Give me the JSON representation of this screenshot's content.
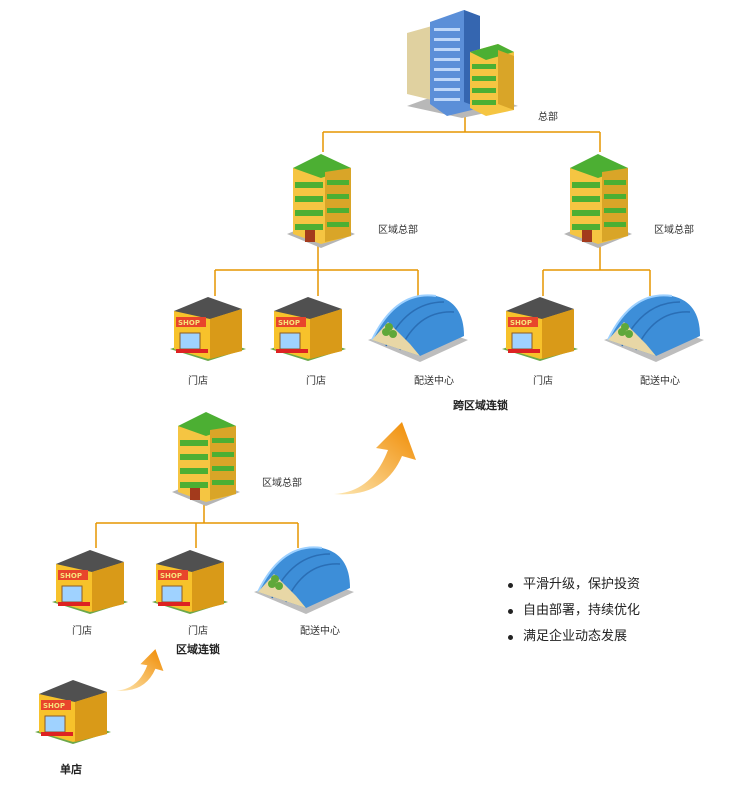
{
  "labels": {
    "hq": "总部",
    "region_hq": "区域总部",
    "store": "门店",
    "distribution_center": "配送中心",
    "cross_region_chain": "跨区域连锁",
    "regional_chain": "区域连锁",
    "single_store": "单店",
    "shop_sign": "SHOP"
  },
  "bullets": [
    "平滑升级，保护投资",
    "自由部署，持续优化",
    "满足企业动态发展"
  ],
  "colors": {
    "line": "#e69500",
    "arrow": "#f29d12",
    "shop_wall": "#f7c22b",
    "shop_roof": "#505050",
    "shop_sign": "#e8452c",
    "building_green": "#4caf33",
    "building_yellow": "#f5c542",
    "dome_blue": "#3d8ed8"
  }
}
